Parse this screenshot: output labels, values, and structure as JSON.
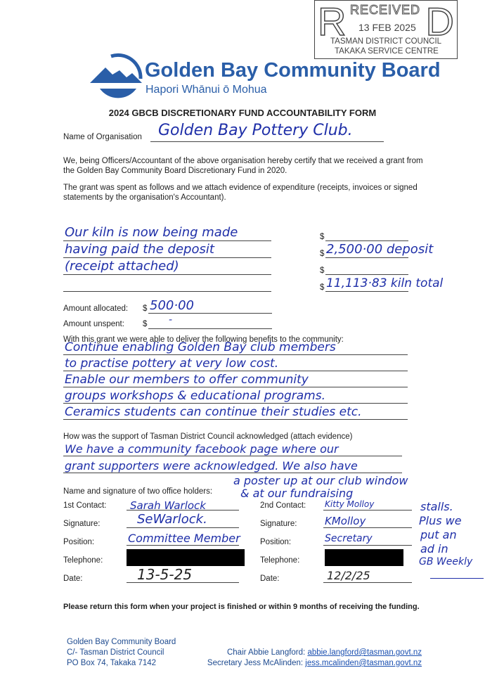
{
  "header": {
    "org_name": "Golden Bay Community Board",
    "org_subtitle": "Hapori Whānui ō Mohua",
    "logo_icon": "mountains-sun-logo",
    "brand_color": "#2a5ea8"
  },
  "stamp": {
    "word": "RECEIVED",
    "date": "13 FEB 2025",
    "line1": "TASMAN DISTRICT COUNCIL",
    "line2": "TAKAKA SERVICE CENTRE"
  },
  "form": {
    "title": "2024 GBCB DISCRETIONARY FUND ACCOUNTABILITY FORM",
    "org_label": "Name of Organisation",
    "org_value": "Golden Bay Pottery Club.",
    "para1": "We, being Officers/Accountant of the above organisation hereby certify that we received a grant from the Golden Bay Community Board Discretionary Fund in 2020.",
    "para2": "The grant was spent as follows and we attach evidence of expenditure (receipts, invoices or signed statements by the organisation's Accountant).",
    "expenditure": [
      {
        "desc": "Our kiln is now being made",
        "amount": ""
      },
      {
        "desc": "having paid the deposit",
        "amount": "2,500·00 deposit"
      },
      {
        "desc": "(receipt attached)",
        "amount": ""
      },
      {
        "desc": "",
        "amount": "11,113·83 kiln total"
      }
    ],
    "currency": "$",
    "allocated_label": "Amount allocated:",
    "allocated_value": "500·00",
    "unspent_label": "Amount unspent:",
    "unspent_value": "-",
    "benefits_label": "With this grant we were able to deliver the following benefits to the community:",
    "benefits": [
      "Continue enabling Golden Bay club members",
      "to practise pottery at very low cost.",
      "Enable our members to offer community",
      "groups workshops & educational programs.",
      "Ceramics students can continue their studies etc."
    ],
    "support_label": "How was the support of Tasman District Council acknowledged (attach evidence)",
    "support": [
      "We have a community facebook page where our",
      "grant supporters were acknowledged. We also have"
    ],
    "support_extra": [
      "a poster up at our club window",
      "& at our fundraising",
      "stalls.",
      "Plus we",
      "put an",
      "ad in",
      "GB Weekly"
    ],
    "holders_label": "Name and signature of two office holders:",
    "contact1": {
      "label": "1st Contact:",
      "name": "Sarah Warlock",
      "signature_label": "Signature:",
      "signature": "SeWarlock.",
      "position_label": "Position:",
      "position": "Committee Member",
      "telephone_label": "Telephone:",
      "date_label": "Date:",
      "date": "13-5-25"
    },
    "contact2": {
      "label": "2nd Contact:",
      "name": "Kitty Molloy",
      "signature_label": "Signature:",
      "signature": "KMolloy",
      "position_label": "Position:",
      "position": "Secretary",
      "telephone_label": "Telephone:",
      "date_label": "Date:",
      "date": "12/2/25"
    },
    "return_note": "Please return this form when your project is finished or within 9 months of receiving the funding."
  },
  "footer": {
    "address": [
      "Golden Bay Community Board",
      "C/- Tasman District Council",
      "PO Box 74, Takaka 7142"
    ],
    "chair_label": "Chair Abbie Langford:",
    "chair_email": "abbie.langford@tasman.govt.nz",
    "secretary_label": "Secretary Jess McAlinden:",
    "secretary_email": "jess.mcalinden@tasman.govt.nz"
  }
}
